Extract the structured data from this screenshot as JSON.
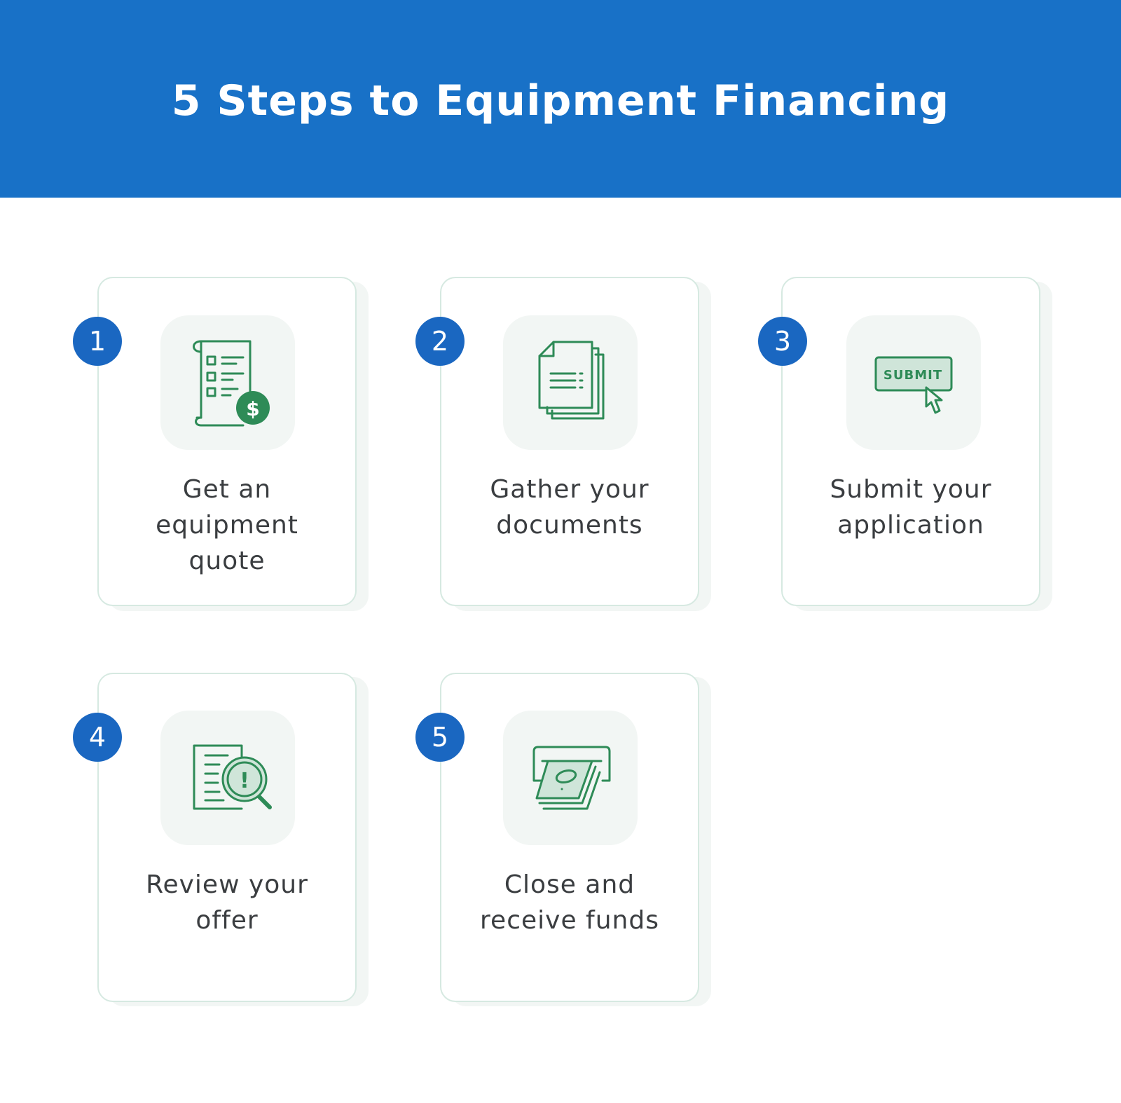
{
  "title": "5 Steps to Equipment Financing",
  "colors": {
    "header_bg": "#1871c7",
    "badge_bg": "#1a67c1",
    "icon_green": "#2e8b57",
    "card_border": "#d6e9e1",
    "icon_box_bg": "#f2f6f4"
  },
  "steps": [
    {
      "number": "1",
      "line1": "Get an",
      "line2": "equipment",
      "line3": "quote",
      "icon": "quote-receipt-dollar-icon"
    },
    {
      "number": "2",
      "line1": "Gather your",
      "line2": "documents",
      "line3": "",
      "icon": "stacked-documents-icon"
    },
    {
      "number": "3",
      "line1": "Submit your",
      "line2": "application",
      "line3": "",
      "icon": "submit-button-cursor-icon",
      "icon_text": "SUBMIT"
    },
    {
      "number": "4",
      "line1": "Review your",
      "line2": "offer",
      "line3": "",
      "icon": "document-magnifier-alert-icon",
      "icon_text": "!"
    },
    {
      "number": "5",
      "line1": "Close and",
      "line2": "receive funds",
      "line3": "",
      "icon": "cash-dispenser-icon"
    }
  ]
}
